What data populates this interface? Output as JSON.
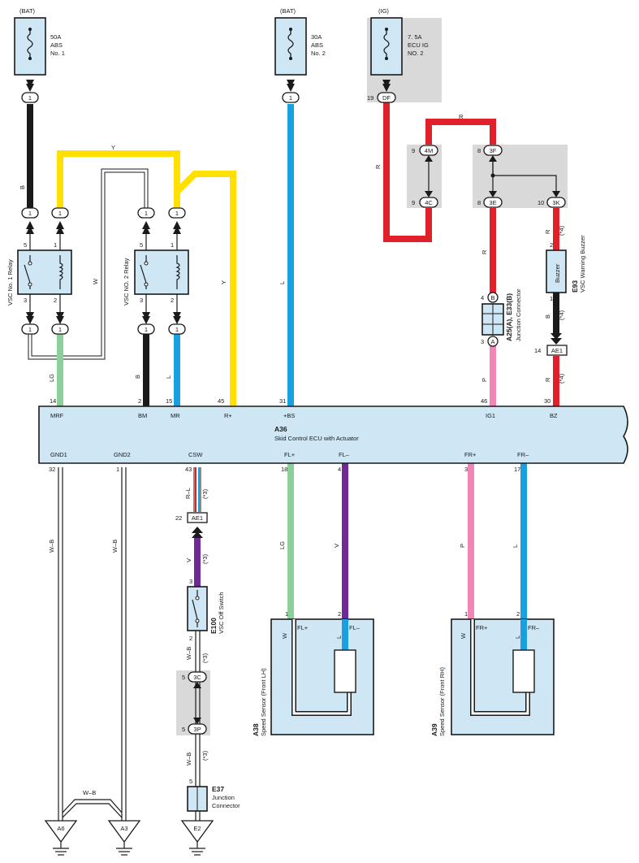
{
  "fuses": [
    {
      "source": "(BAT)",
      "rating": "50A",
      "line2": "ABS",
      "line3": "No. 1",
      "pin": "1"
    },
    {
      "source": "(BAT)",
      "rating": "30A",
      "line2": "ABS",
      "line3": "No. 2",
      "pin": "1"
    },
    {
      "source": "(IG)",
      "rating": "7. 5A",
      "line2": "ECU IG",
      "line3": "NO. 2",
      "pin_num": "19",
      "pin": "DF"
    }
  ],
  "wire_colors": {
    "B": "B",
    "Y": "Y",
    "W": "W",
    "L": "L",
    "R": "R",
    "LG": "LG",
    "P": "P",
    "WB": "W–B",
    "RL": "R–L",
    "V": "V"
  },
  "notes": {
    "n3": "(*3)",
    "n4": "(*4)"
  },
  "relay1": {
    "label": "VSC No. 1 Relay",
    "p1": "1",
    "p2": "2",
    "p3": "3",
    "p5": "5"
  },
  "relay2": {
    "label": "VSC NO. 2 Relay",
    "p1": "1",
    "p2": "2",
    "p3": "3",
    "p5": "5"
  },
  "junction_connectors": {
    "j4m": "4M",
    "j4c": "4C",
    "n9a": "9",
    "n9b": "9",
    "j3f": "3F",
    "j3e": "3E",
    "j3k": "3K",
    "n8a": "8",
    "n8b": "8",
    "n10": "10",
    "pinB": "B",
    "pinA": "A",
    "n4": "4",
    "n3": "3",
    "a25_code": "A25(A), E33(B)",
    "a25_name": "Junction Connector"
  },
  "buzzer": {
    "code": "E93",
    "name": "VSC Warning Buzzer",
    "label": "Buzzer",
    "p1": "1",
    "p2": "2"
  },
  "connector_ae1": {
    "label": "AE1",
    "pin_top": "14",
    "pin_bottom": "22"
  },
  "ecu": {
    "code": "A36",
    "name": "Skid Control ECU with Actuator",
    "top_pins": [
      {
        "num": "14",
        "name": "MRF"
      },
      {
        "num": "2",
        "name": "BM"
      },
      {
        "num": "15",
        "name": "MR"
      },
      {
        "num": "45",
        "name": "R+"
      },
      {
        "num": "31",
        "name": "+BS"
      },
      {
        "num": "46",
        "name": "IG1"
      },
      {
        "num": "30",
        "name": "BZ"
      }
    ],
    "bottom_pins": [
      {
        "num": "32",
        "name": "GND1"
      },
      {
        "num": "1",
        "name": "GND2"
      },
      {
        "num": "43",
        "name": "CSW"
      },
      {
        "num": "18",
        "name": "FL+"
      },
      {
        "num": "4",
        "name": "FL–"
      },
      {
        "num": "3",
        "name": "FR+"
      },
      {
        "num": "17",
        "name": "FR–"
      }
    ]
  },
  "vsc_switch": {
    "code": "E100",
    "name": "VSC Off Switch",
    "p3": "3",
    "p2": "2"
  },
  "junction_3c_3p": {
    "j3c": "3C",
    "j3p": "3P",
    "n5a": "5",
    "n5b": "5"
  },
  "e37": {
    "code": "E37",
    "line1": "Junction",
    "line2": "Connector",
    "p5": "5"
  },
  "sensor_lh": {
    "code": "A38",
    "name": "Speed Sensor (Front LH)",
    "pos": "FL+",
    "neg": "FL–",
    "w": "W",
    "l": "L",
    "p1": "1",
    "p2": "2"
  },
  "sensor_rh": {
    "code": "A39",
    "name": "Speed Sensor (Front RH)",
    "pos": "FR+",
    "neg": "FR–",
    "w": "W",
    "l": "L",
    "p1": "1",
    "p2": "2"
  },
  "grounds": [
    "A6",
    "A3",
    "E2"
  ],
  "colors": {
    "black": "#1a1a1a",
    "yellow": "#ffe000",
    "blue": "#1aa0e0",
    "red": "#e0202a",
    "lightgreen": "#8ccf9a",
    "pink": "#ef86b6",
    "violet": "#6f2a96",
    "gray_box": "#d9d9d9",
    "component_fill": "#cfe6f4"
  }
}
